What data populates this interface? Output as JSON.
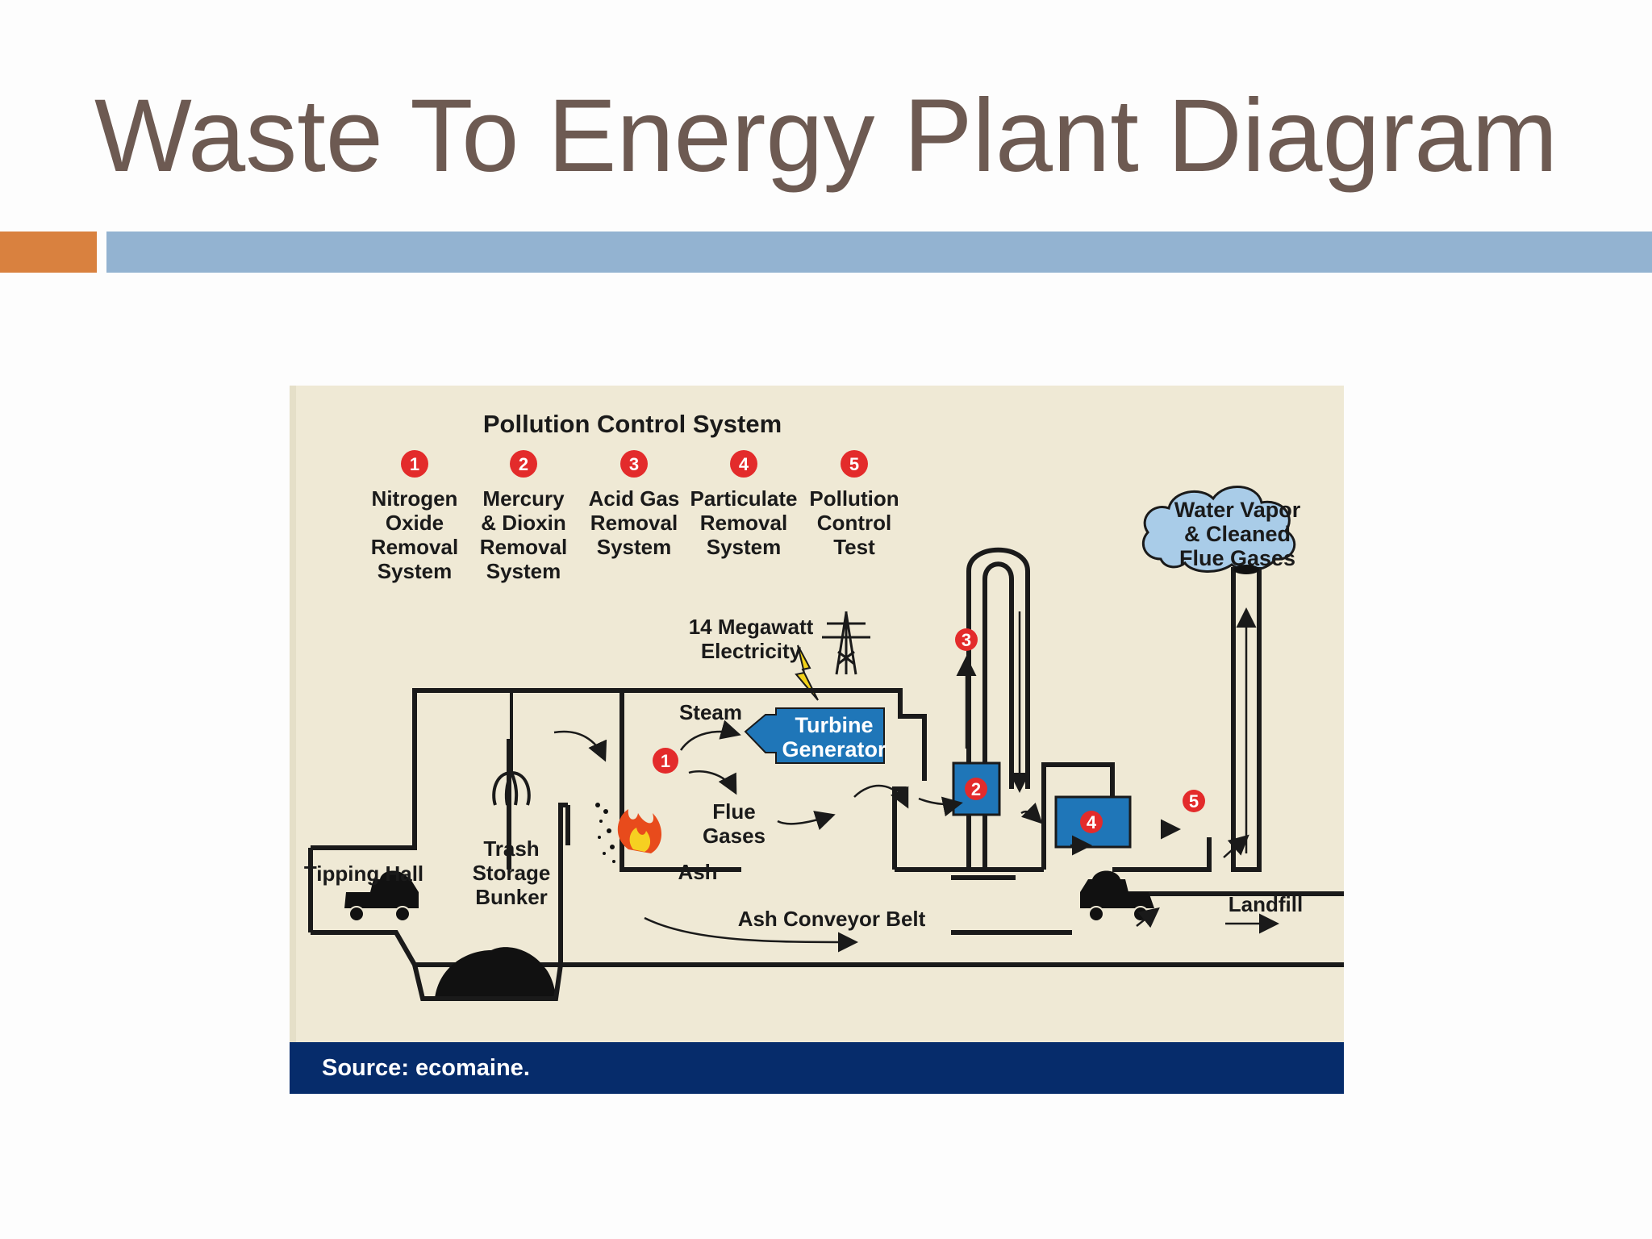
{
  "slide": {
    "title": "Waste To Energy Plant Diagram"
  },
  "diagram": {
    "header": "Pollution Control System",
    "systems": [
      {
        "number": "1",
        "label_lines": [
          "Nitrogen",
          "Oxide",
          "Removal",
          "System"
        ]
      },
      {
        "number": "2",
        "label_lines": [
          "Mercury",
          "& Dioxin",
          "Removal",
          "System"
        ]
      },
      {
        "number": "3",
        "label_lines": [
          "Acid Gas",
          "Removal",
          "System"
        ]
      },
      {
        "number": "4",
        "label_lines": [
          "Particulate",
          "Removal",
          "System"
        ]
      },
      {
        "number": "5",
        "label_lines": [
          "Pollution",
          "Control",
          "Test"
        ]
      }
    ],
    "cloud_lines": [
      "Water Vapor",
      "& Cleaned",
      "Flue Gases"
    ],
    "electricity_lines": [
      "14 Megawatt",
      "Electricity"
    ],
    "steam": "Steam",
    "turbine_lines": [
      "Turbine",
      "Generator"
    ],
    "flue_lines": [
      "Flue",
      "Gases"
    ],
    "ash": "Ash",
    "tipping_hall": "Tipping Hall",
    "bunker_lines": [
      "Trash",
      "Storage",
      "Bunker"
    ],
    "conveyor": "Ash Conveyor Belt",
    "landfill": "Landfill",
    "source": "Source: ecomaine.",
    "colors": {
      "badge": "#e32b2b",
      "turbine": "#1f76b8",
      "background": "#efe9d5",
      "cloud": "#a9cce8",
      "source_bar": "#062c6b"
    }
  }
}
